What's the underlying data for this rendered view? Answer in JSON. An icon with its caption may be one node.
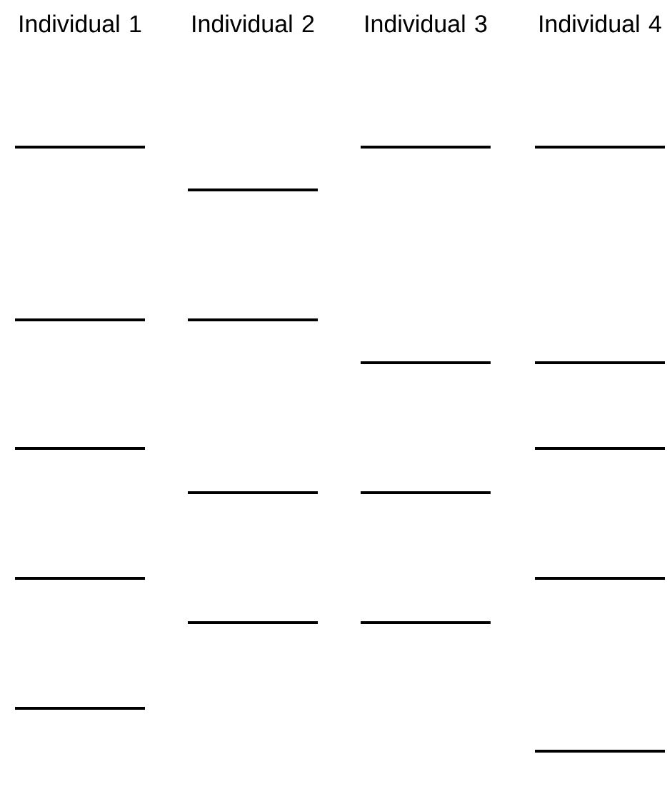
{
  "diagram": {
    "nodes": [
      {
        "text": [],
        "shape": "bar"
      },
      {
        "text": [],
        "shape": "bar"
      },
      {
        "text": [],
        "shape": "bar"
      },
      {
        "text": [],
        "shape": "bar"
      },
      {
        "text": [],
        "shape": "bar"
      },
      {
        "text": [],
        "shape": "bar"
      },
      {
        "text": [],
        "shape": "bar"
      },
      {
        "text": [],
        "shape": "bar"
      },
      {
        "text": [],
        "shape": "bar"
      },
      {
        "text": [],
        "shape": "bar"
      },
      {
        "text": [],
        "shape": "bar"
      },
      {
        "text": [],
        "shape": "bar"
      },
      {
        "text": [],
        "shape": "bar"
      },
      {
        "text": [],
        "shape": "bar"
      },
      {
        "text": [],
        "shape": "bar"
      },
      {
        "text": [],
        "shape": "bar"
      },
      {
        "text": [],
        "shape": "bar"
      },
      {
        "text": [],
        "shape": "bar"
      }
    ],
    "labels": [
      "Individual 1",
      "Individual 2",
      "Individual 3",
      "Individual 4"
    ]
  }
}
